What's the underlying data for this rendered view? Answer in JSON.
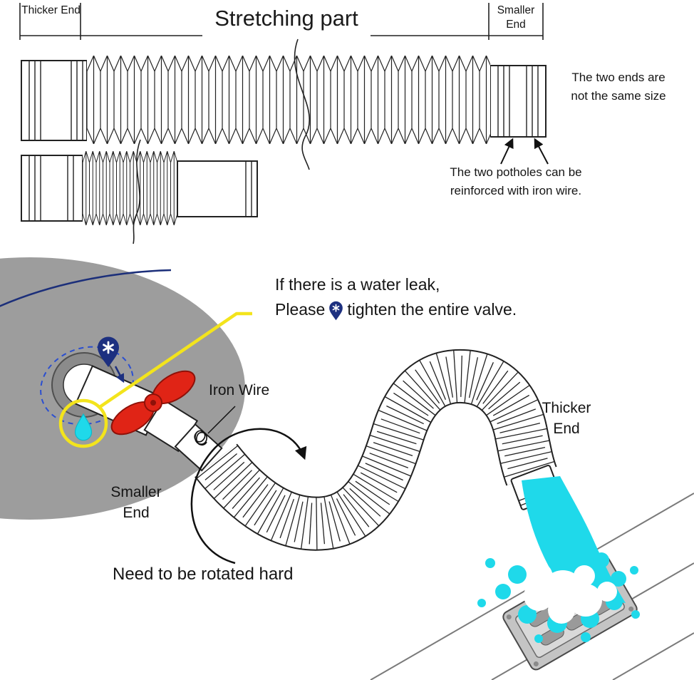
{
  "top": {
    "thicker_end": "Thicker End",
    "title": "Stretching part",
    "smaller_end": "Smaller End",
    "ends_note": "The two ends are not the same size",
    "potholes_note": "The two potholes can be reinforced with iron wire."
  },
  "bottom": {
    "leak_line1": "If there is a water leak,",
    "leak_please": "Please",
    "leak_line2_rest": "tighten the entire valve.",
    "iron_wire": "Iron Wire",
    "smaller_end": "Smaller End",
    "thicker_end": "Thicker End",
    "rotate_note": "Need to be rotated hard"
  },
  "colors": {
    "water": "#1FD9EA",
    "valve": "#E02416",
    "tank": "#9D9D9D",
    "pin": "#1D3080",
    "highlight": "#F3E41C"
  }
}
